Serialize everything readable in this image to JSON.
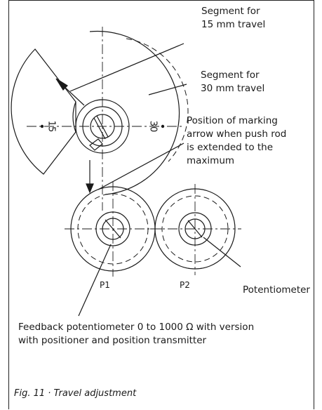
{
  "labels": {
    "segment_15": [
      "Segment for",
      "15 mm travel"
    ],
    "segment_30": [
      "Segment for",
      "30 mm travel"
    ],
    "marking_arrow": [
      "Position of marking",
      "arrow when push rod",
      "is extended to the",
      "maximum"
    ],
    "feedback": [
      "Feedback potentiometer 0 to 1000 Ω with version",
      "with positioner and position transmitter"
    ],
    "potentiometer": "Potentiometer"
  },
  "scale_marks": {
    "left": "15",
    "right": "30"
  },
  "gear_labels": {
    "p1": "P1",
    "p2": "P2"
  },
  "caption": "Fig. 11 · Travel adjustment"
}
